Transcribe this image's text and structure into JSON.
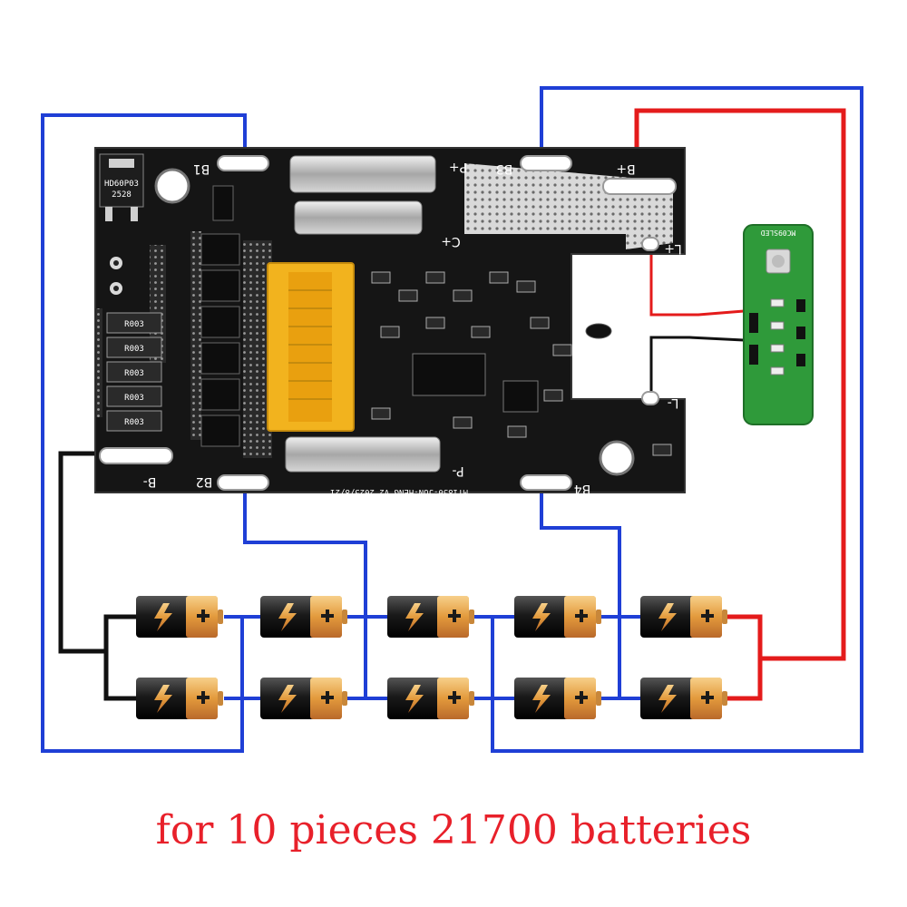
{
  "diagram": {
    "caption": "for 10 pieces 21700 batteries",
    "board": {
      "silkscreen": "MT1850-JUN-HENG V2 2025/8/21",
      "pads": {
        "b1": "B1",
        "b2": "B2",
        "b3": "B3",
        "b4": "B4",
        "b_minus": "B-",
        "b3_plus": "B+",
        "p_plus": "P+",
        "c_plus": "C+",
        "p_minus": "P-",
        "l_plus": "L+",
        "l_minus": "L-"
      },
      "mosfet_marking": "HD60P03",
      "mosfet_code": "2528",
      "resistor_marking": "R003",
      "led_board_marking": "MC09SLED"
    },
    "colors": {
      "wire_positive": "#e41b1b",
      "wire_negative": "#111111",
      "wire_balance": "#1f3fd6",
      "pcb": "#151515",
      "connector": "#f2b31e",
      "led_board": "#2f9a3a",
      "caption": "#e8202a"
    },
    "battery_icon": "battery-21700-icon",
    "battery_count": 10
  }
}
